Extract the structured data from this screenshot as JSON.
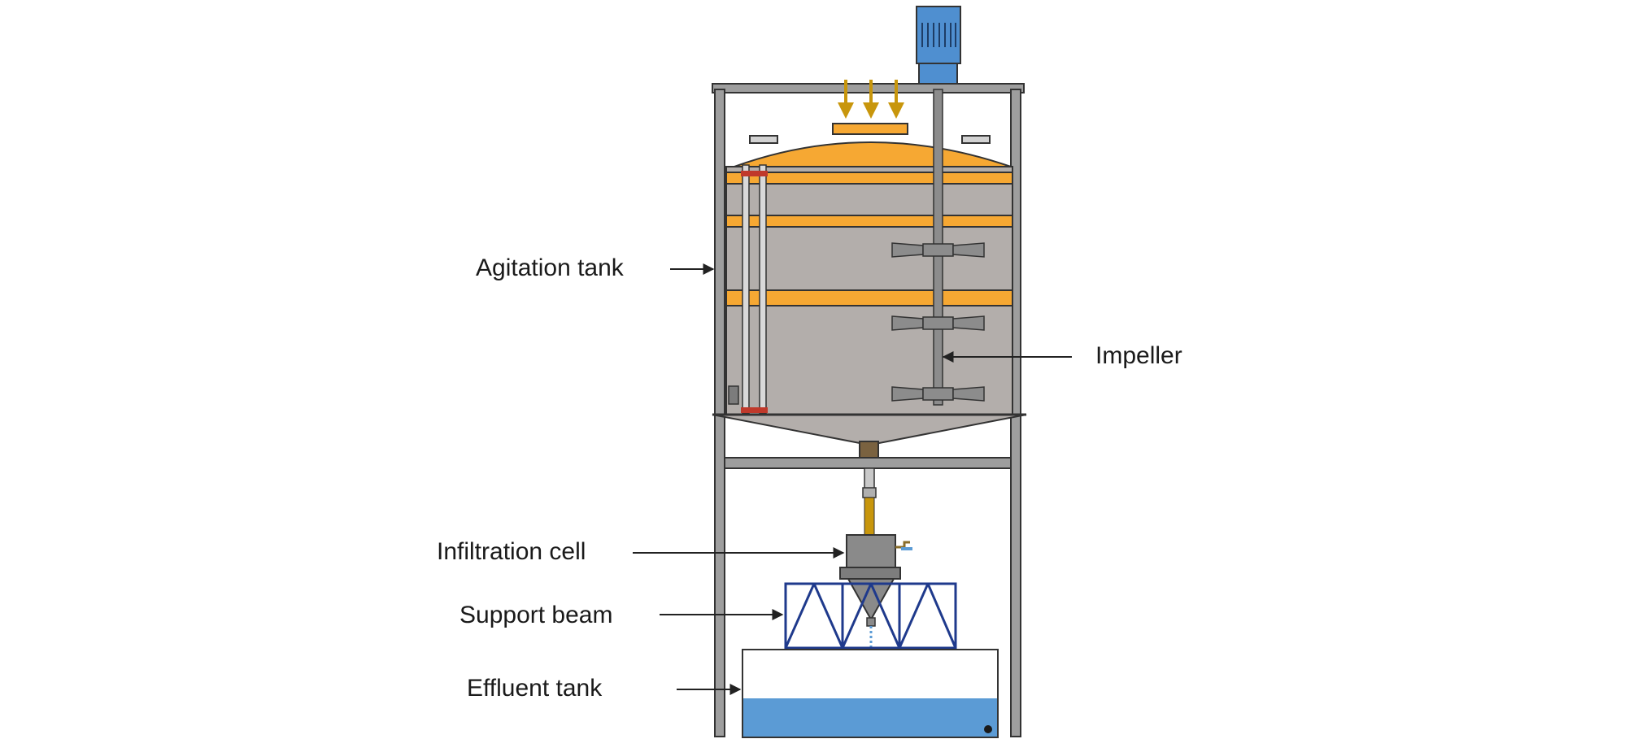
{
  "labels": {
    "agitation_tank": "Agitation tank",
    "impeller": "Impeller",
    "infiltration_cell": "Infiltration cell",
    "support_beam": "Support beam",
    "effluent_tank": "Effluent tank"
  },
  "colors": {
    "frame": "#9e9e9e",
    "tank_body": "#b3aeab",
    "orange": "#f6a833",
    "motor": "#4f8fd0",
    "feed_arrow": "#c8960c",
    "support_beam": "#1f3a8c",
    "water": "#5b9bd5",
    "valve": "#7a6240"
  },
  "icons": {
    "motor": "motor-icon",
    "feed": "feed-arrow-icon"
  }
}
